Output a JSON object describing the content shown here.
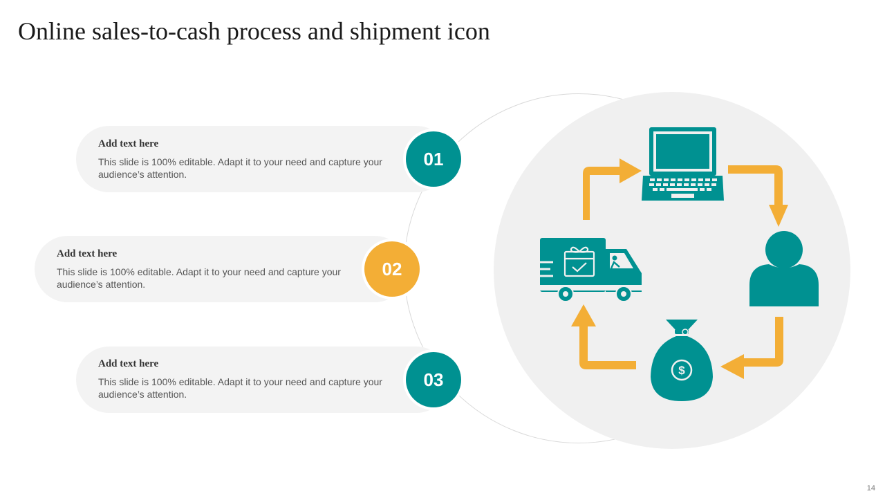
{
  "title": "Online sales-to-cash process and shipment icon",
  "page_number": "14",
  "colors": {
    "teal": "#009191",
    "orange": "#f3ae36",
    "pill_bg": "#f3f3f3",
    "circle_bg": "#f0f0f0"
  },
  "steps": [
    {
      "number": "01",
      "heading": "Add text here",
      "body": "This slide is 100% editable. Adapt it to your need and capture your audience’s attention.",
      "color": "#009191"
    },
    {
      "number": "02",
      "heading": "Add text here",
      "body": "This slide is 100% editable. Adapt it to your need and capture your audience’s attention.",
      "color": "#f3ae36"
    },
    {
      "number": "03",
      "heading": "Add text here",
      "body": "This slide is 100% editable. Adapt it to your need and capture your audience’s attention.",
      "color": "#009191"
    }
  ],
  "cycle_icons": [
    "laptop-icon",
    "user-icon",
    "money-bag-icon",
    "delivery-truck-icon"
  ]
}
